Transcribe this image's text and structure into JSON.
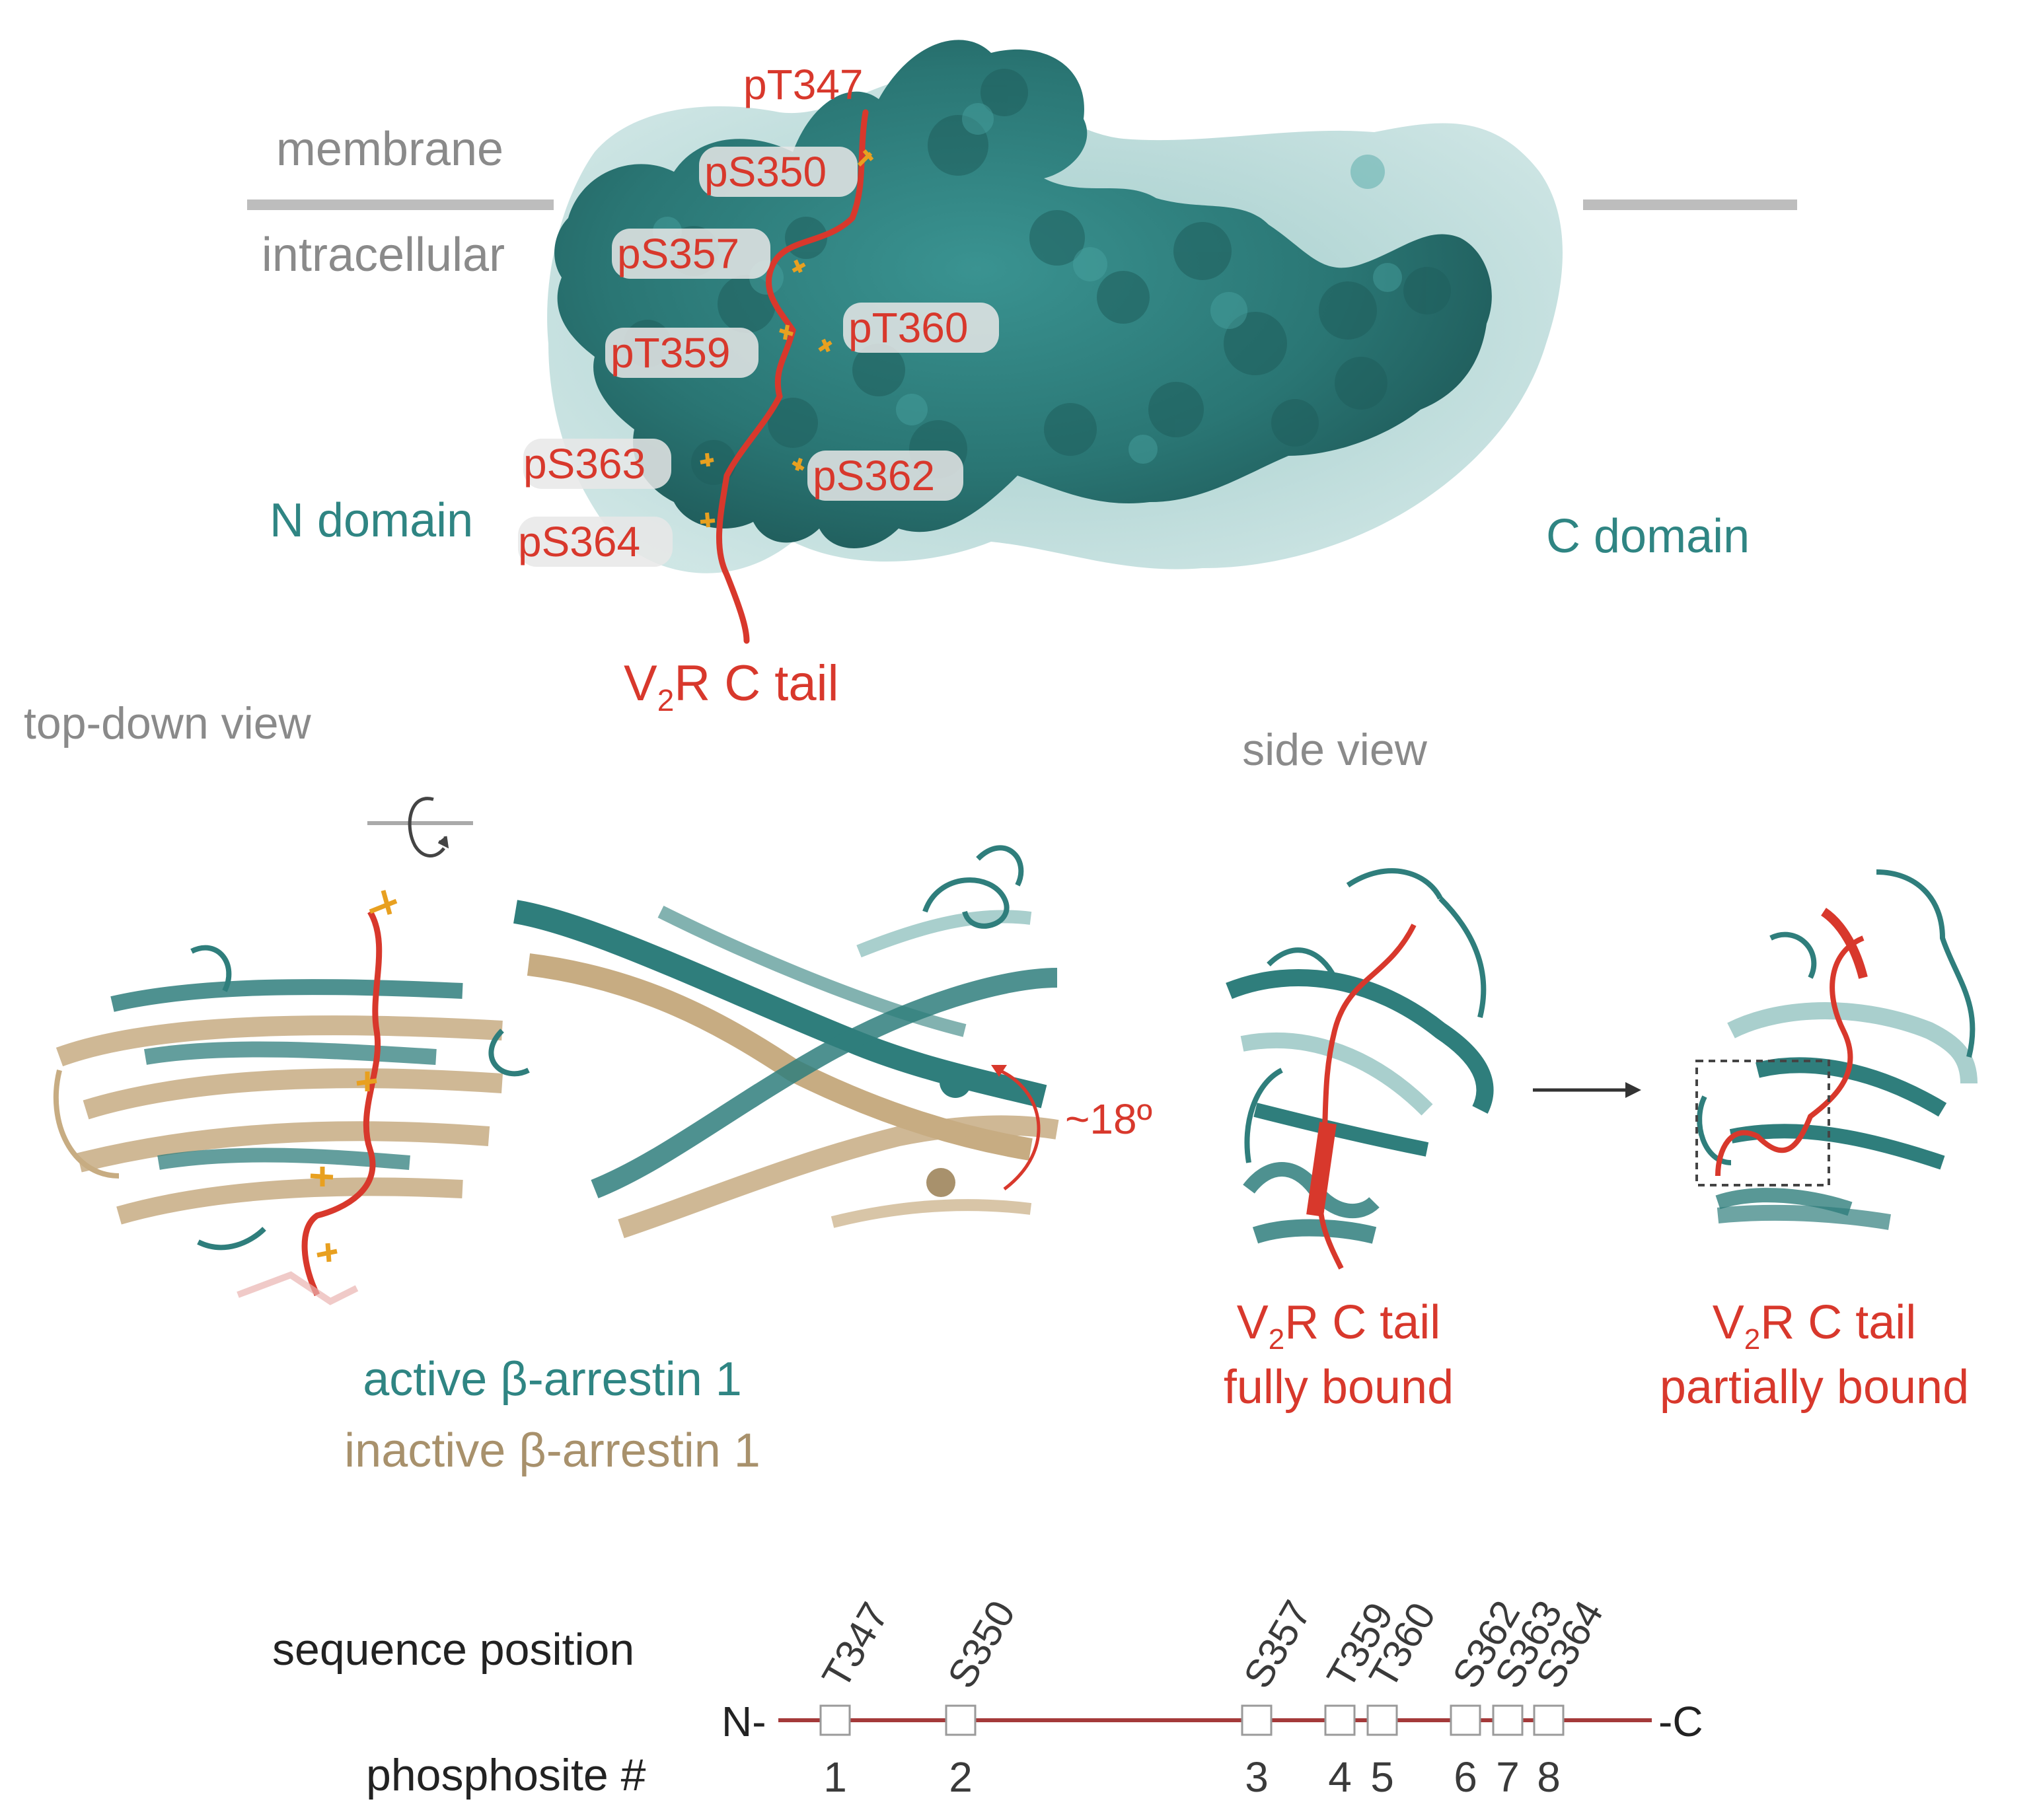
{
  "colors": {
    "teal": "#2f7e7c",
    "teal_dark": "#1d5655",
    "teal_light": "#a9cfcd",
    "tan": "#c7ac82",
    "red": "#d8382c",
    "gray": "#9a9a9a",
    "seq_line": "#a43a3a"
  },
  "top_panel": {
    "membrane_label": "membrane",
    "intracellular_label": "intracellular",
    "n_domain_label": "N domain",
    "c_domain_label": "C domain",
    "tail_label_main": "V",
    "tail_label_sub": "2",
    "tail_label_rest": "R C tail",
    "phosphosites": [
      "pT347",
      "pS350",
      "pS357",
      "pT359",
      "pT360",
      "pS363",
      "pS362",
      "pS364"
    ]
  },
  "bottom_left": {
    "view_label": "top-down view",
    "angle_label": "~18º",
    "active_label": "active β-arrestin 1",
    "inactive_label": "inactive β-arrestin 1"
  },
  "bottom_right": {
    "view_label": "side view",
    "left_label_1_main": "V",
    "left_label_1_sub": "2",
    "left_label_1_rest": "R C tail",
    "left_label_2": "fully bound",
    "right_label_1_main": "V",
    "right_label_1_sub": "2",
    "right_label_1_rest": "R C tail",
    "right_label_2": "partially bound"
  },
  "sequence": {
    "row_label_top": "sequence position",
    "row_label_bottom": "phosphosite #",
    "n_term": "N-",
    "c_term": "-C",
    "sites": [
      {
        "name": "T347",
        "number": "1"
      },
      {
        "name": "S350",
        "number": "2"
      },
      {
        "name": "S357",
        "number": "3"
      },
      {
        "name": "T359",
        "number": "4"
      },
      {
        "name": "T360",
        "number": "5"
      },
      {
        "name": "S362",
        "number": "6"
      },
      {
        "name": "S363",
        "number": "7"
      },
      {
        "name": "S364",
        "number": "8"
      }
    ]
  }
}
